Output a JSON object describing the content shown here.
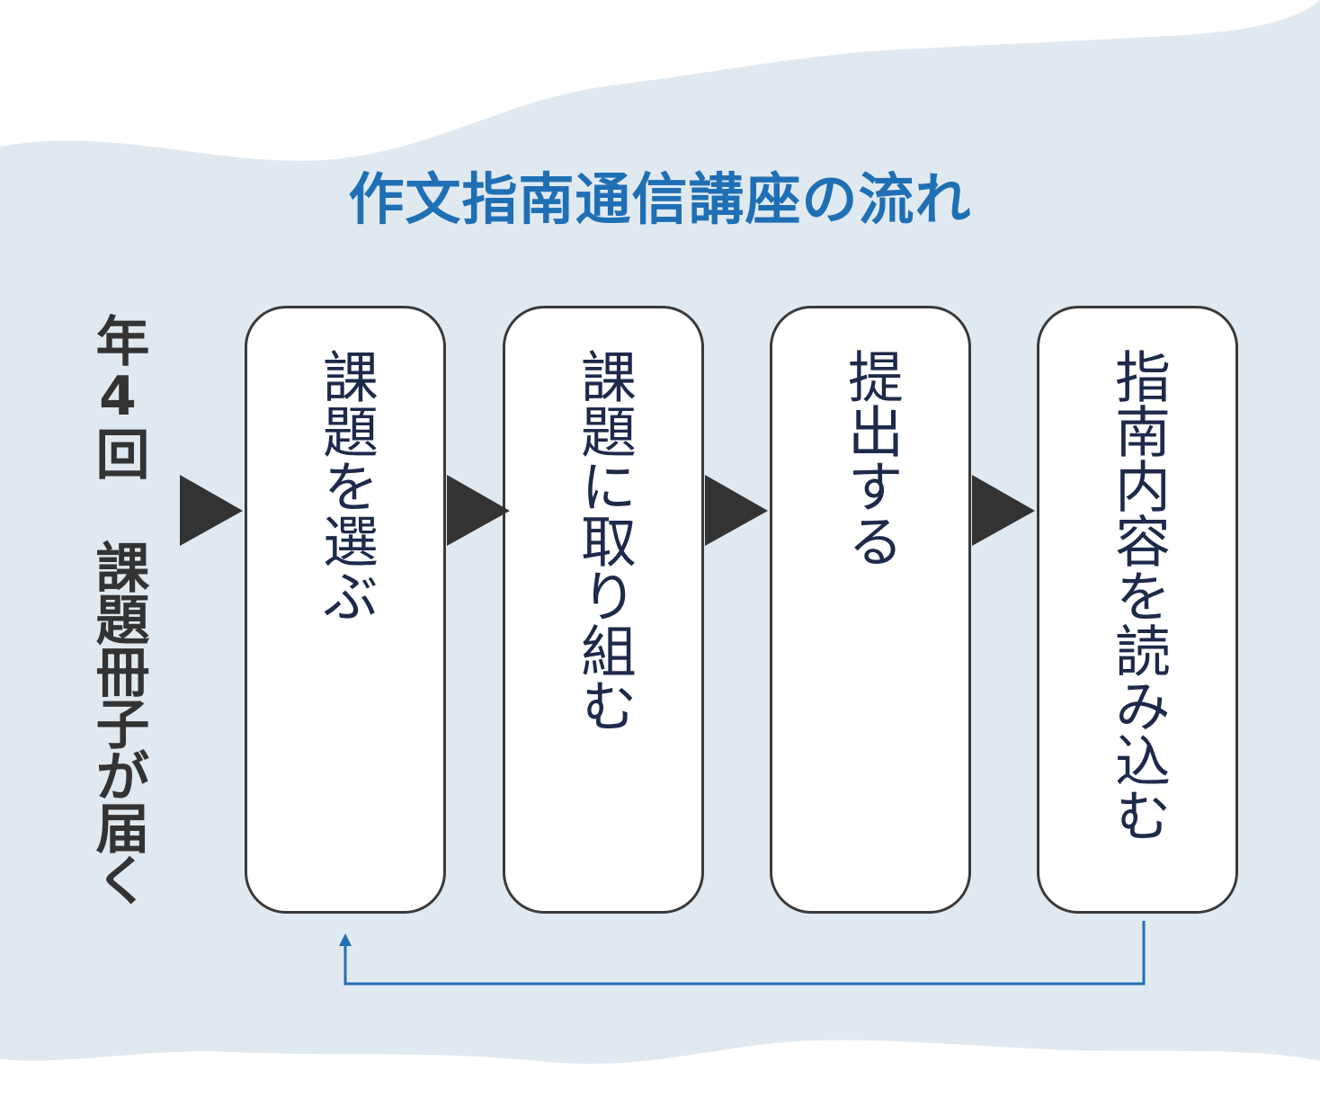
{
  "title": "作文指南通信講座の流れ",
  "side_label": "年4回 課題冊子が届く",
  "steps": [
    "課題を選ぶ",
    "課題に取り組む",
    "提出する",
    "指南内容を読み込む"
  ],
  "colors": {
    "background_band": "#e1e9f0",
    "title": "#1f6fb5",
    "arrow": "#333333",
    "loop_line": "#1f6fb5"
  }
}
